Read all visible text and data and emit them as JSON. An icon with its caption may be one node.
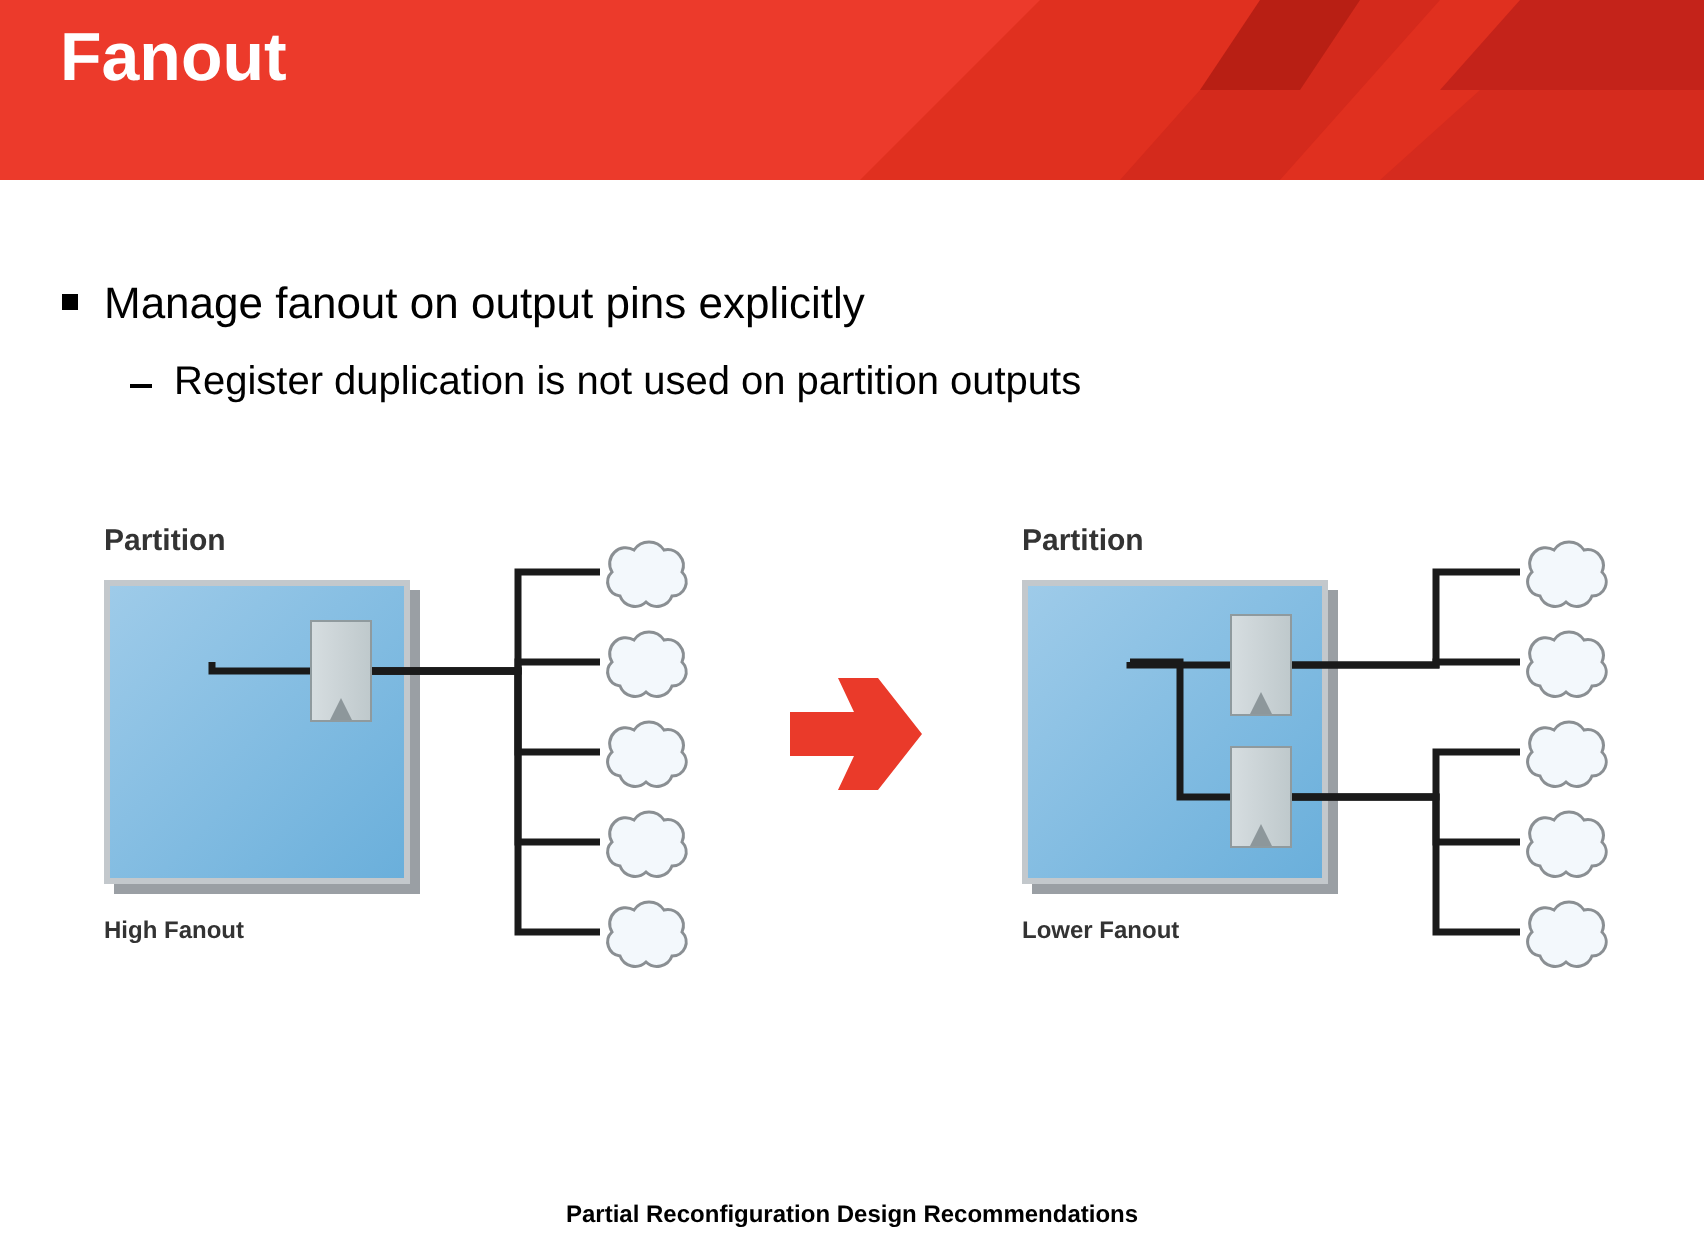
{
  "diagram": {
    "title": "Fanout",
    "nodes": [
      {
        "text": [
          "Partition"
        ],
        "beside": [
          "High Fanout"
        ]
      },
      {
        "text": [],
        "shape": "box",
        "in": 0
      },
      {
        "text": [],
        "shape": "cloud"
      },
      {
        "text": [],
        "shape": "cloud"
      },
      {
        "text": [],
        "shape": "cloud"
      },
      {
        "text": [],
        "shape": "cloud"
      },
      {
        "text": [],
        "shape": "cloud"
      },
      {
        "text": [
          "Partition"
        ],
        "beside": [
          "Lower Fanout"
        ]
      },
      {
        "text": [],
        "shape": "box",
        "in": 7
      },
      {
        "text": [],
        "shape": "box",
        "in": 7
      },
      {
        "text": [],
        "shape": "cloud"
      },
      {
        "text": [],
        "shape": "cloud"
      },
      {
        "text": [],
        "shape": "cloud"
      },
      {
        "text": [],
        "shape": "cloud"
      },
      {
        "text": [],
        "shape": "cloud"
      }
    ],
    "edges": [
      {
        "from": null,
        "to": 1,
        "arrow": "none"
      },
      {
        "from": 1,
        "to": 2,
        "arrow": "none"
      },
      {
        "from": 1,
        "to": 3,
        "arrow": "none"
      },
      {
        "from": 1,
        "to": 4,
        "arrow": "none"
      },
      {
        "from": 1,
        "to": 5,
        "arrow": "none"
      },
      {
        "from": 1,
        "to": 6,
        "arrow": "none"
      },
      {
        "from": null,
        "to": 8,
        "arrow": "none"
      },
      {
        "from": null,
        "to": 9,
        "arrow": "none"
      },
      {
        "from": 8,
        "to": 10,
        "arrow": "none"
      },
      {
        "from": 8,
        "to": 11,
        "arrow": "none"
      },
      {
        "from": 9,
        "to": 12,
        "arrow": "none"
      },
      {
        "from": 9,
        "to": 13,
        "arrow": "none"
      },
      {
        "from": 9,
        "to": 14,
        "arrow": "none"
      }
    ],
    "labels": [
      "Manage fanout on output pins explicitly",
      "Register duplication is not used on partition outputs",
      "Partial Reconfiguration Design Recommendations"
    ]
  }
}
